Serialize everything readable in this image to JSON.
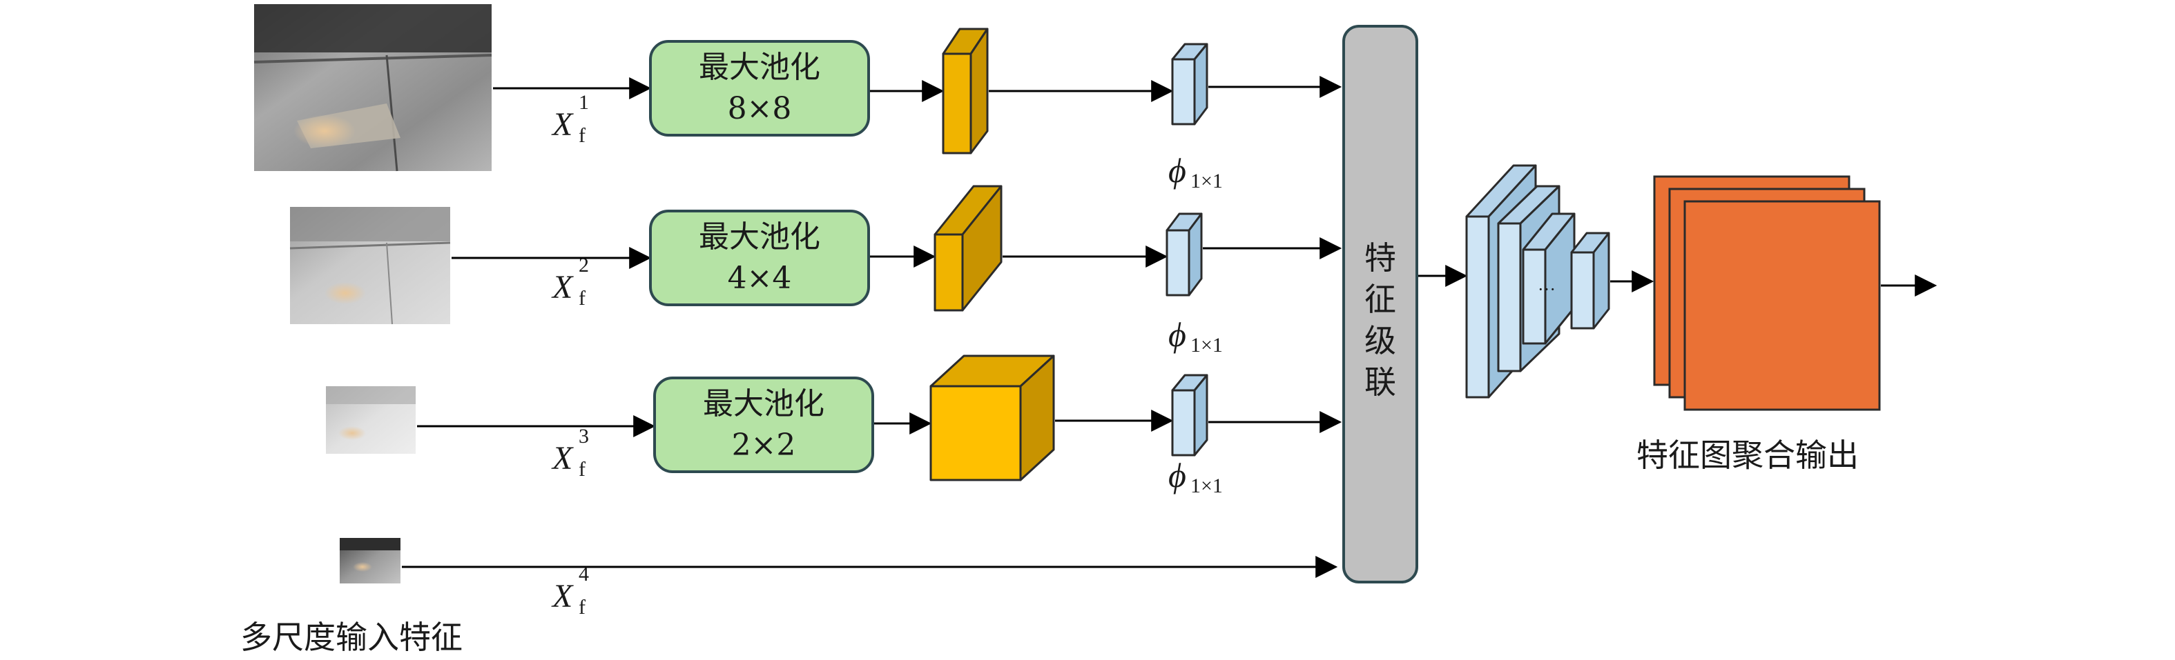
{
  "pool_boxes": [
    {
      "line1": "最大池化",
      "line2": "8×8"
    },
    {
      "line1": "最大池化",
      "line2": "4×4"
    },
    {
      "line1": "最大池化",
      "line2": "2×2"
    }
  ],
  "inputs": [
    {
      "symbol": "X",
      "sub": "f",
      "sup": "1"
    },
    {
      "symbol": "X",
      "sub": "f",
      "sup": "2"
    },
    {
      "symbol": "X",
      "sub": "f",
      "sup": "3"
    },
    {
      "symbol": "X",
      "sub": "f",
      "sup": "4"
    }
  ],
  "conv": [
    {
      "symbol": "ϕ",
      "sub": "1×1"
    },
    {
      "symbol": "ϕ",
      "sub": "1×1"
    },
    {
      "symbol": "ϕ",
      "sub": "1×1"
    }
  ],
  "concat_chars": [
    "特",
    "征",
    "级",
    "联"
  ],
  "ellipsis": "···",
  "labels": {
    "input_caption": "多尺度输入特征",
    "output_caption": "特征图聚合输出"
  },
  "colors": {
    "pool_fill": "#b5e3a5",
    "pool_stroke": "#2e4a50",
    "pooled_front": "#f0b400",
    "pooled_side": "#c89300",
    "conv_front": "#cfe5f5",
    "conv_side": "#9cc2dd",
    "concat_fill": "#c0c0c0",
    "output_fill": "#ea7135"
  }
}
